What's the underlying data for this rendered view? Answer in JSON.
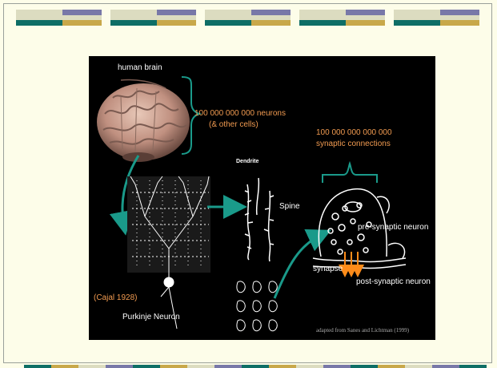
{
  "slide": {
    "labels": {
      "human_brain": "human brain",
      "neurons_count": "100 000 000 000 neurons",
      "other_cells": "(& other cells)",
      "synaptic_count": "100 000 000 000 000",
      "synaptic_connections": "synaptic connections",
      "dendrite": "Dendrite",
      "spine": "Spine",
      "pre_synaptic": "pre-synaptic neuron",
      "synapse": "synapse",
      "post_synaptic": "post-synaptic neuron",
      "cajal": "(Cajal 1928)",
      "purkinje": "Purkinje Neuron",
      "credit": "adapted from Sanes and Lichtman (1999)"
    }
  },
  "colors": {
    "background": "#fdfde9",
    "panel": "#000000",
    "orange_text": "#f09a50",
    "teal_arrow": "#1a9a8a",
    "deco_teal": "#0e6e66",
    "deco_gold": "#c8a84a",
    "deco_cream": "#dcdcc0",
    "deco_purple": "#7878a8"
  }
}
